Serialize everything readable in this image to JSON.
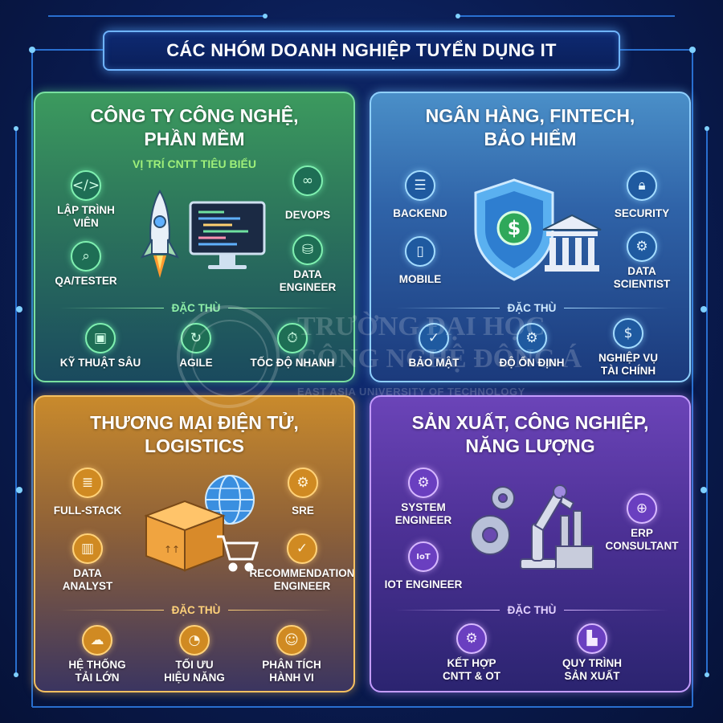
{
  "header": {
    "title": "CÁC NHÓM DOANH NGHIỆP TUYỂN DỤNG IT"
  },
  "panels": {
    "tech": {
      "title_line1": "CÔNG TY CÔNG NGHỆ,",
      "title_line2": "PHẦN MỀM",
      "subtitle": "VỊ TRÍ CNTT TIÊU BIỂU",
      "roles": [
        {
          "label_line1": "LẬP TRÌNH",
          "label_line2": "VIÊN",
          "icon": "code-window-icon"
        },
        {
          "label_line1": "DEVOPS",
          "label_line2": "",
          "icon": "infinity-icon"
        },
        {
          "label_line1": "QA/TESTER",
          "label_line2": "",
          "icon": "magnifier-check-icon"
        },
        {
          "label_line1": "DATA",
          "label_line2": "ENGINEER",
          "icon": "database-gear-icon"
        }
      ],
      "traits_label": "ĐẶC THÙ",
      "traits": [
        {
          "label": "KỸ THUẬT SÂU",
          "icon": "chip-icon"
        },
        {
          "label": "AGILE",
          "icon": "cycle-arrow-icon"
        },
        {
          "label": "TỐC ĐỘ NHANH",
          "icon": "stopwatch-icon"
        }
      ]
    },
    "finance": {
      "title_line1": "NGÂN HÀNG, FINTECH,",
      "title_line2": "BẢO HIỂM",
      "roles": [
        {
          "label_line1": "BACKEND",
          "label_line2": "",
          "icon": "server-icon"
        },
        {
          "label_line1": "SECURITY",
          "label_line2": "",
          "icon": "shield-lock-icon"
        },
        {
          "label_line1": "MOBILE",
          "label_line2": "",
          "icon": "smartphone-icon"
        },
        {
          "label_line1": "DATA",
          "label_line2": "SCIENTIST",
          "icon": "user-gear-icon"
        }
      ],
      "traits_label": "ĐẶC THÙ",
      "traits": [
        {
          "label_line1": "BẢO MẬT",
          "label_line2": "",
          "icon": "shield-check-icon"
        },
        {
          "label_line1": "ĐỘ ỔN ĐỊNH",
          "label_line2": "",
          "icon": "gear-hand-icon"
        },
        {
          "label_line1": "NGHIỆP VỤ",
          "label_line2": "TÀI CHÍNH",
          "icon": "money-hand-icon"
        }
      ]
    },
    "ecommerce": {
      "title_line1": "THƯƠNG MẠI ĐIỆN TỬ,",
      "title_line2": "LOGISTICS",
      "roles": [
        {
          "label_line1": "FULL-STACK",
          "label_line2": "",
          "icon": "stack-icon"
        },
        {
          "label_line1": "SRE",
          "label_line2": "",
          "icon": "gear-wrench-icon"
        },
        {
          "label_line1": "DATA",
          "label_line2": "ANALYST",
          "icon": "bar-chart-icon"
        },
        {
          "label_line1": "RECOMMENDATION",
          "label_line2": "ENGINEER",
          "icon": "gear-check-icon"
        }
      ],
      "traits_label": "ĐẶC THÙ",
      "traits": [
        {
          "label_line1": "HỆ THỐNG",
          "label_line2": "TẢI LỚN",
          "icon": "cloud-upload-icon"
        },
        {
          "label_line1": "TỐI ƯU",
          "label_line2": "HIỆU NĂNG",
          "icon": "speedometer-icon"
        },
        {
          "label_line1": "PHÂN TÍCH",
          "label_line2": "HÀNH VI",
          "icon": "head-gear-icon"
        }
      ]
    },
    "industry": {
      "title_line1": "SẢN XUẤT, CÔNG NGHIỆP,",
      "title_line2": "NĂNG LƯỢNG",
      "roles": [
        {
          "label_line1": "SYSTEM",
          "label_line2": "ENGINEER",
          "icon": "gear-wrench-icon"
        },
        {
          "label_line1": "ERP",
          "label_line2": "CONSULTANT",
          "icon": "user-plus-icon"
        },
        {
          "label_line1": "IOT ENGINEER",
          "label_line2": "",
          "icon": "iot-chip-icon"
        }
      ],
      "traits_label": "ĐẶC THÙ",
      "traits": [
        {
          "label_line1": "KẾT HỢP",
          "label_line2": "CNTT & OT",
          "icon": "gears-icon"
        },
        {
          "label_line1": "QUY TRÌNH",
          "label_line2": "SẢN XUẤT",
          "icon": "factory-icon"
        }
      ]
    }
  },
  "watermark": {
    "line1": "TRƯỜNG ĐẠI HỌC",
    "line2": "CÔNG NGHỆ ĐÔNG Á",
    "line3": "EAST ASIA UNIVERSITY OF TECHNOLOGY"
  },
  "colors": {
    "background": "#0a1c52",
    "green_accent": "#79e0a0",
    "blue_accent": "#8fd0ff",
    "orange_accent": "#f5c060",
    "purple_accent": "#c49cff"
  }
}
